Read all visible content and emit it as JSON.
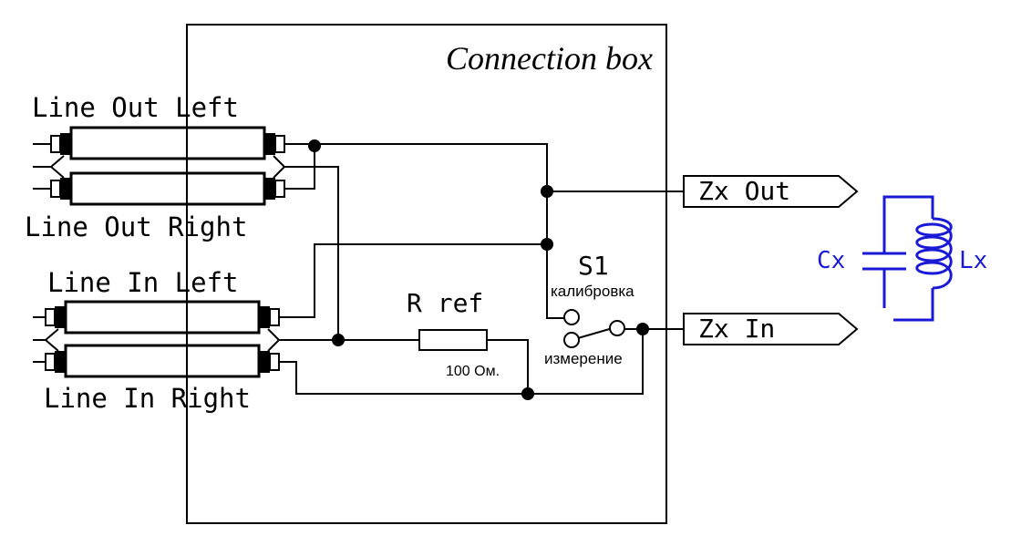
{
  "box": {
    "title": "Connection box"
  },
  "connectors": {
    "line_out_left": "Line Out Left",
    "line_out_right": "Line Out Right",
    "line_in_left": "Line In Left",
    "line_in_right": "Line In Right"
  },
  "resistor": {
    "name": "R ref",
    "value": "100 Ом."
  },
  "switch": {
    "name": "S1",
    "pos_calibration": "калибровка",
    "pos_measurement": "измерение"
  },
  "outputs": {
    "zx_out": "Zx Out",
    "zx_in": "Zx In"
  },
  "load": {
    "capacitor": "Cx",
    "inductor": "Lx"
  },
  "colors": {
    "wire": "#000000",
    "load": "#1a1ad6"
  }
}
